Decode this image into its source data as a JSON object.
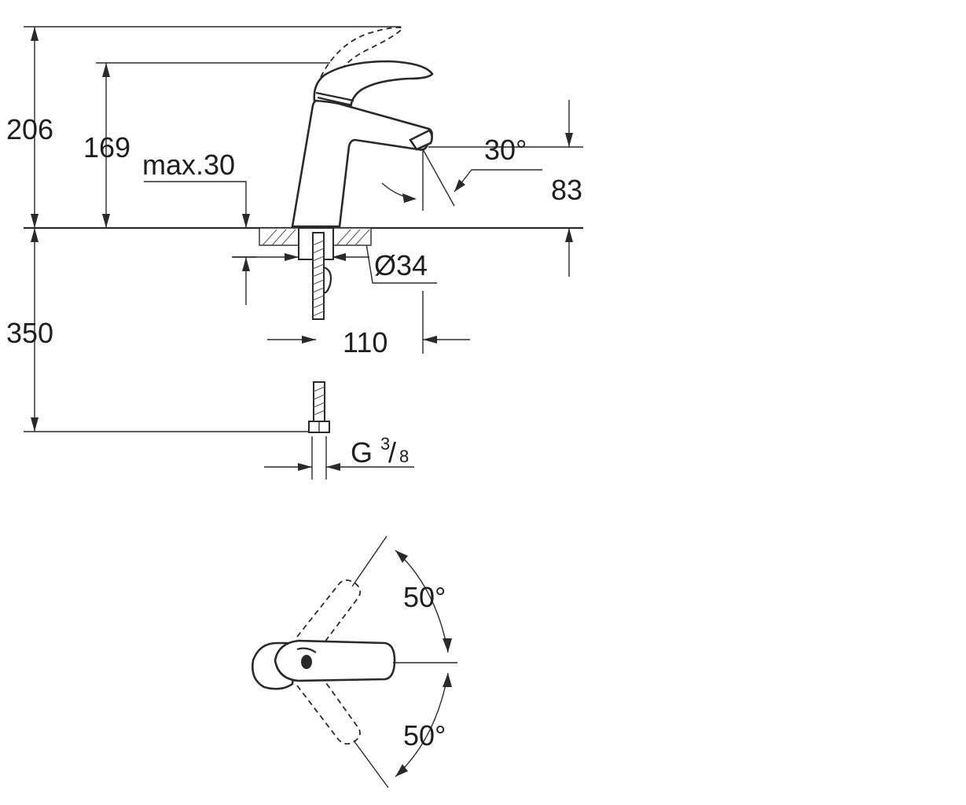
{
  "labels": {
    "total_height": "206",
    "spout_height": "169",
    "max_thickness": "max.30",
    "angle_spout": "30°",
    "spout_offset": "83",
    "diameter": "Ø34",
    "reach": "110",
    "hose_length": "350",
    "thread_g": "G",
    "thread_num": "3",
    "thread_den": "8",
    "rotate_up": "50°",
    "rotate_down": "50°"
  }
}
